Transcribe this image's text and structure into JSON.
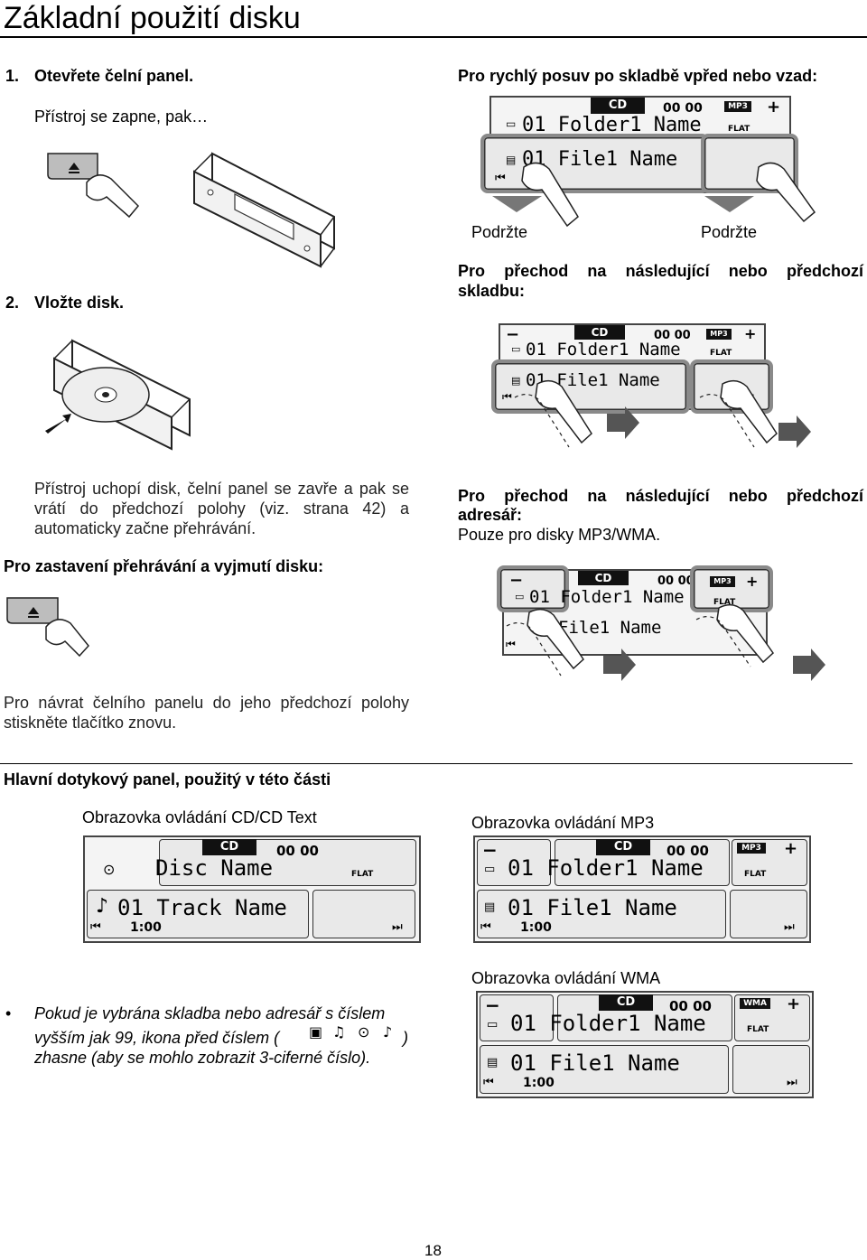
{
  "page": {
    "title": "Základní použití disku",
    "page_number": "18"
  },
  "left": {
    "step1_num": "1.",
    "step1_label": "Otevřete čelní panel.",
    "step1_sub": "Přístroj se zapne, pak…",
    "step2_num": "2.",
    "step2_label": "Vložte disk.",
    "para_line1": "Přístroj uchopí disk, čelní panel se zavře a pak se",
    "para_line2": "vrátí do předchozí polohy (viz. strana 42) a",
    "para_line3": "automaticky začne přehrávání.",
    "stop_heading": "Pro zastavení přehrávání a vyjmutí disku:",
    "return_line1": "Pro návrat čelního panelu do jeho předchozí polohy",
    "return_line2": "stiskněte tlačítko znovu."
  },
  "right": {
    "ff_heading": "Pro rychlý posuv po skladbě vpřed nebo vzad:",
    "hold_left": "Podržte",
    "hold_right": "Podržte",
    "track_heading_line1": "Pro přechod na následující nebo předchozí",
    "track_heading_line2": "skladbu:",
    "folder_heading_line1": "Pro přechod na následující nebo předchozí",
    "folder_heading_line2": "adresář:",
    "folder_note": "Pouze pro disky MP3/WMA."
  },
  "main_panel": {
    "heading": "Hlavní dotykový panel, použitý v této části",
    "cd_caption": "Obrazovka ovládání CD/CD Text",
    "mp3_caption": "Obrazovka ovládání MP3",
    "wma_caption": "Obrazovka ovládání WMA",
    "note_line1": "Pokud je vybrána skladba nebo adresář s číslem",
    "note_line2_a": "vyšším jak 99, ikona před číslem (",
    "note_line2_b": ")",
    "note_line3": "zhasne (aby se mohlo zobrazit 3-ciferné číslo)."
  },
  "lcd": {
    "cd_badge": "CD",
    "mp3_badge": "MP3",
    "wma_badge": "WMA",
    "counter": "00 00",
    "flat": "FLAT",
    "time": "1:00",
    "disc_name": "Disc Name",
    "track_line": "01 Track Name",
    "folder_line": "01 Folder1 Name",
    "file_line": "01 File1 Name",
    "file_line_partial": "01 File1 Name",
    "file_line_cut": "File1 Name",
    "minus": "−",
    "plus": "+",
    "prev": "⏮",
    "next": "⏭"
  },
  "icons": {
    "eject": "eject-icon",
    "disc": "disc-icon",
    "folder": "folder-icon",
    "file": "file-icon",
    "note": "music-note-icon",
    "bullet": "bullet-icon",
    "arrow": "arrow-right-icon",
    "finger": "finger-icon",
    "bullet_glyph": "•"
  },
  "colors": {
    "lcd_bg": "#f4f4f4",
    "segment": "#e9e9e9",
    "highlight": "#8a8a8a",
    "arrow": "#555555"
  }
}
